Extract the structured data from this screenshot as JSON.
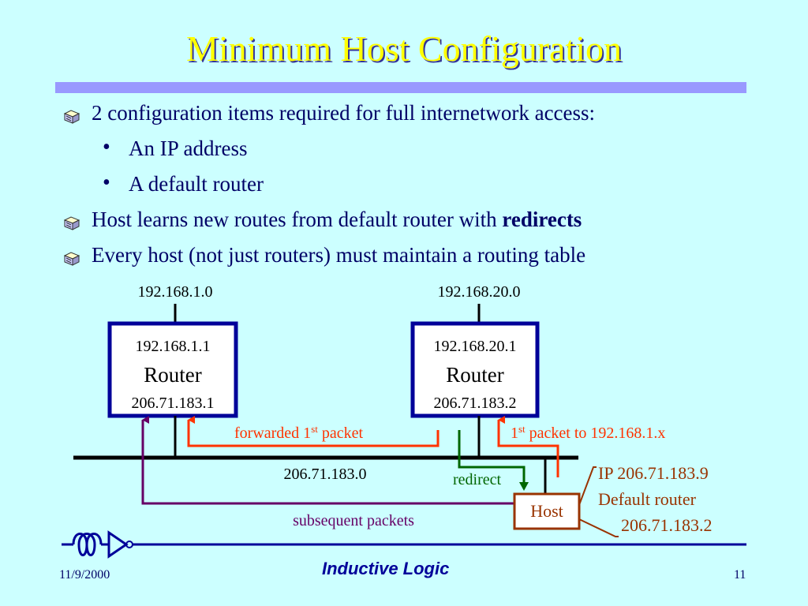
{
  "slide": {
    "title": "Minimum Host Configuration",
    "bullets": [
      {
        "text": "2 configuration items required for full internetwork access:",
        "icon": "book-icon"
      },
      {
        "text": "Host learns new routes from default router with ",
        "bold": "redirects",
        "icon": "book-icon"
      },
      {
        "text": "Every host (not just routers) must maintain a routing table",
        "icon": "book-icon"
      }
    ],
    "sub_bullets": [
      "An IP address",
      "A default router"
    ]
  },
  "diagram": {
    "router1": {
      "top_net": "192.168.1.0",
      "ip_top": "192.168.1.1",
      "label": "Router",
      "ip_bottom": "206.71.183.1"
    },
    "router2": {
      "top_net": "192.168.20.0",
      "ip_top": "192.168.20.1",
      "label": "Router",
      "ip_bottom": "206.71.183.2"
    },
    "backbone_net": "206.71.183.0",
    "host_label": "Host",
    "forwarded_label": "forwarded 1",
    "forwarded_sup": "st",
    "forwarded_rest": " packet",
    "first_packet_label": "1",
    "first_packet_sup": "st",
    "first_packet_rest": " packet to 192.168.1.x",
    "redirect_label": "redirect",
    "subsequent_label": "subsequent packets",
    "host_config": [
      "IP 206.71.183.9",
      "Default router",
      "206.71.183.2"
    ],
    "colors": {
      "router_border": "#000099",
      "forwarded": "#ff3300",
      "redirect": "#006600",
      "subsequent": "#660066",
      "host": "#993300"
    }
  },
  "footer": {
    "date": "11/9/2000",
    "brand": "Inductive Logic",
    "page": "11"
  }
}
